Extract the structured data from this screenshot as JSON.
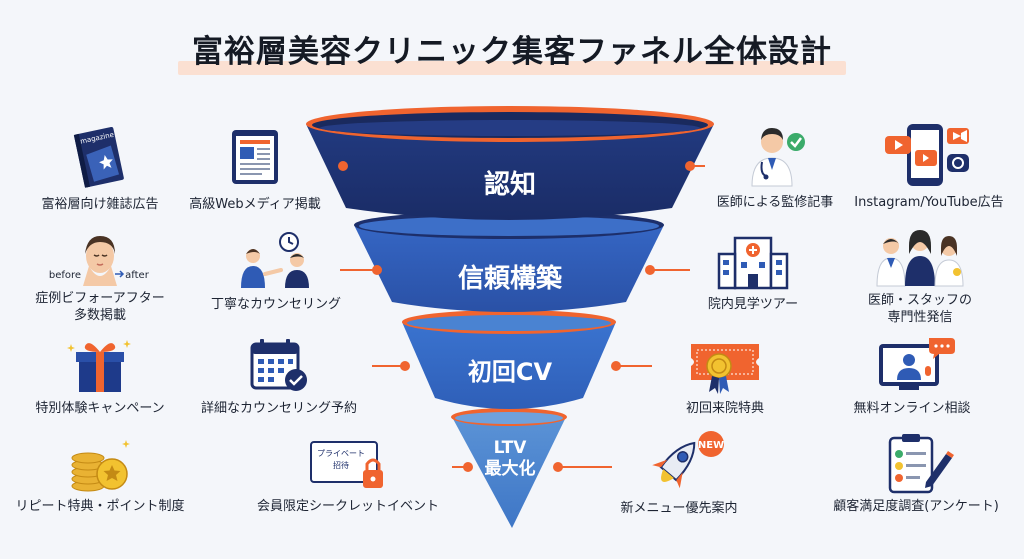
{
  "title": "富裕層美容クリニック集客ファネル全体設計",
  "stages": [
    {
      "label": "認知"
    },
    {
      "label": "信頼構築"
    },
    {
      "label": "初回CV"
    },
    {
      "label_line1": "LTV",
      "label_line2": "最大化"
    }
  ],
  "left_items": [
    {
      "label": "富裕層向け雑誌広告",
      "icon": "magazine-icon",
      "icon_text": "magazine"
    },
    {
      "label": "高級Webメディア掲載",
      "icon": "web-article-icon"
    },
    {
      "label_line1": "症例ビフォーアフター",
      "label_line2": "多数掲載",
      "icon": "before-after-face-icon",
      "before_text": "before",
      "after_text": "after"
    },
    {
      "label": "丁寧なカウンセリング",
      "icon": "counseling-icon"
    },
    {
      "label": "特別体験キャンペーン",
      "icon": "gift-icon"
    },
    {
      "label": "詳細なカウンセリング予約",
      "icon": "calendar-check-icon"
    },
    {
      "label": "リピート特典・ポイント制度",
      "icon": "coins-icon"
    },
    {
      "label": "会員限定シークレットイベント",
      "icon": "private-invitation-icon",
      "card_line1": "プライベート",
      "card_line2": "招待"
    }
  ],
  "right_items": [
    {
      "label": "医師による監修記事",
      "icon": "doctor-check-icon"
    },
    {
      "label": "Instagram/YouTube広告",
      "icon": "social-media-icon"
    },
    {
      "label": "院内見学ツアー",
      "icon": "hospital-icon"
    },
    {
      "label_line1": "医師・スタッフの",
      "label_line2": "専門性発信",
      "icon": "medical-staff-icon"
    },
    {
      "label": "初回来院特典",
      "icon": "ticket-icon"
    },
    {
      "label": "無料オンライン相談",
      "icon": "online-consultation-icon"
    },
    {
      "label": "新メニュー優先案内",
      "icon": "rocket-icon",
      "badge_text": "NEW"
    },
    {
      "label": "顧客満足度調査(アンケート)",
      "icon": "survey-clipboard-icon"
    }
  ],
  "colors": {
    "accent_orange": "#f0642f",
    "navy": "#1b2f6e",
    "blue": "#2f5bb5",
    "light_blue": "#4f86d0",
    "connector": "#f0642f"
  }
}
